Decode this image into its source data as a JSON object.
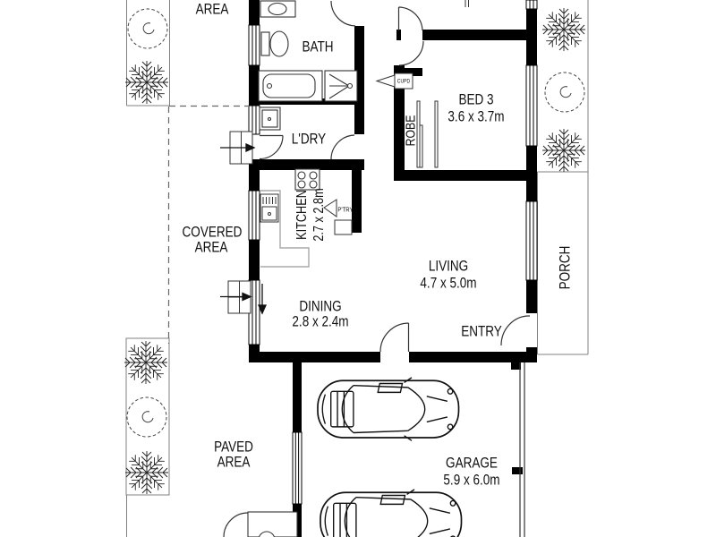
{
  "floorplan": {
    "outdoor": {
      "area_top": "AREA",
      "covered_area": [
        "COVERED",
        "AREA"
      ],
      "paved_area": [
        "PAVED",
        "AREA"
      ],
      "porch": "PORCH"
    },
    "rooms": {
      "bath": "BATH",
      "laundry": "L'DRY",
      "bed3": {
        "name": "BED 3",
        "dims": "3.6 x 3.7m"
      },
      "robe": "ROBE",
      "cupboard": "CUPD",
      "kitchen": {
        "name": "KITCHEN",
        "dims": "2.7 x 2.8m"
      },
      "pantry": "P'TRY",
      "living": {
        "name": "LIVING",
        "dims": "4.7 x 5.0m"
      },
      "dining": {
        "name": "DINING",
        "dims": "2.8 x 2.4m"
      },
      "entry": "ENTRY",
      "garage": {
        "name": "GARAGE",
        "dims": "5.9 x 6.0m"
      }
    },
    "colors": {
      "wall": "#000000",
      "line": "#333333",
      "outline": "#808080",
      "text": "#111111",
      "bg": "#ffffff"
    }
  }
}
